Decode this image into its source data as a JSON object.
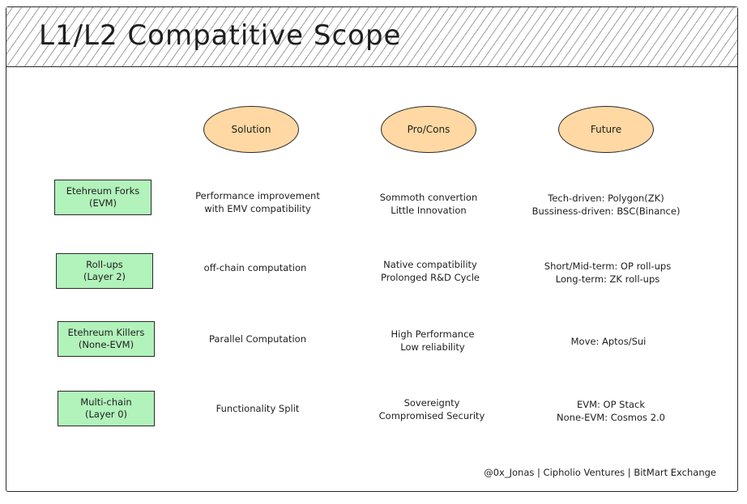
{
  "title": "L1/L2 Compatitive Scope",
  "columns": [
    "Solution",
    "Pro/Cons",
    "Future"
  ],
  "rows": [
    {
      "label": [
        "Etehreum Forks",
        "(EVM)"
      ],
      "solution": [
        "Performance improvement",
        "with EMV compatibility"
      ],
      "procons": [
        "Sommoth convertion",
        "Little Innovation"
      ],
      "future": [
        "Tech-driven: Polygon(ZK)",
        "Bussiness-driven: BSC(Binance)"
      ]
    },
    {
      "label": [
        "Roll-ups",
        "(Layer 2)"
      ],
      "solution": [
        "off-chain computation"
      ],
      "procons": [
        "Native compatibility",
        "Prolonged R&D Cycle"
      ],
      "future": [
        "Short/Mid-term: OP roll-ups",
        "Long-term: ZK roll-ups"
      ]
    },
    {
      "label": [
        "Etehreum Killers",
        "(None-EVM)"
      ],
      "solution": [
        "Parallel Computation"
      ],
      "procons": [
        "High Performance",
        "Low reliability"
      ],
      "future": [
        "Move: Aptos/Sui"
      ]
    },
    {
      "label": [
        "Multi-chain",
        "(Layer 0)"
      ],
      "solution": [
        "Functionality Split"
      ],
      "procons": [
        "Sovereignty",
        "Compromised Security"
      ],
      "future": [
        "EVM: OP Stack",
        "None-EVM: Cosmos 2.0"
      ]
    }
  ],
  "credit": "@0x_Jonas | Cipholio Ventures | BitMart Exchange",
  "colors": {
    "header_fill": "#ffd8a3",
    "row_fill": "#b2f2bb",
    "stroke": "#2a2a2a"
  }
}
